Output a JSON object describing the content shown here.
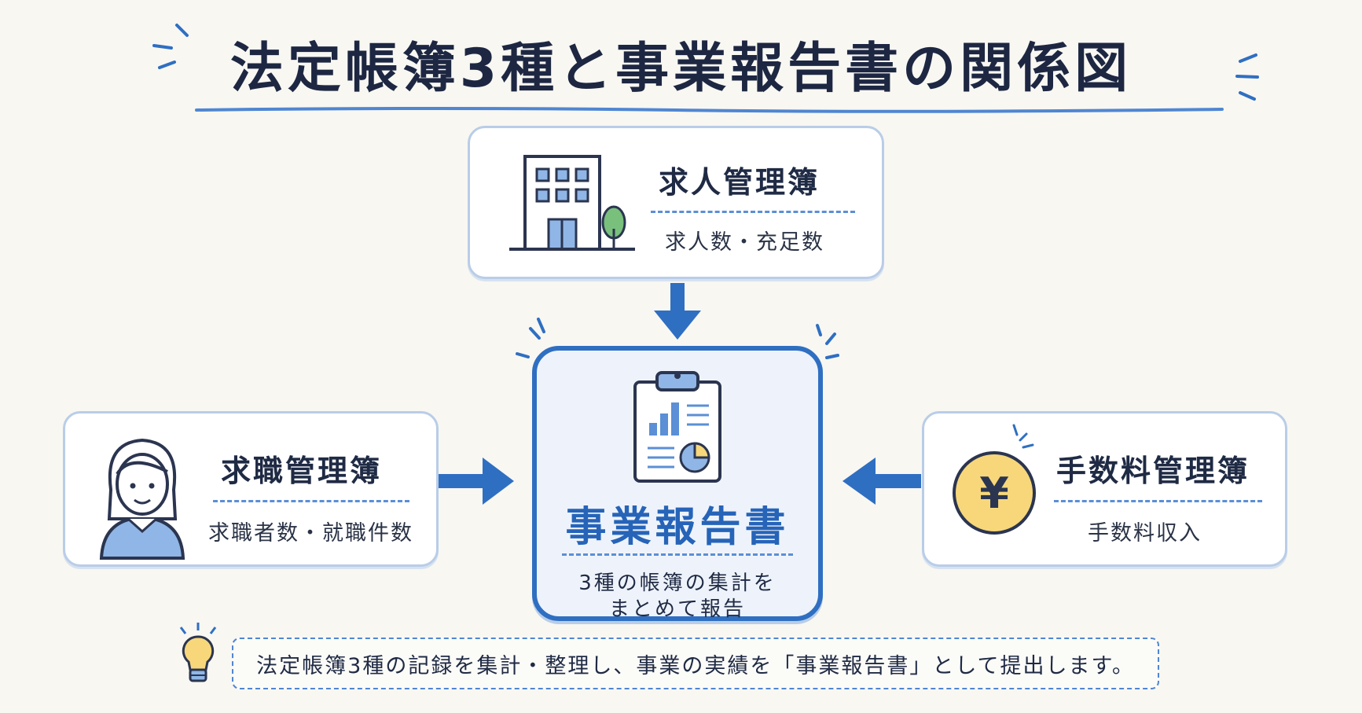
{
  "title": "法定帳簿3種と事業報告書の関係図",
  "center": {
    "title": "事業報告書",
    "desc_line1": "3種の帳簿の集計を",
    "desc_line2": "まとめて報告",
    "icon": "clipboard-report-icon"
  },
  "top_card": {
    "title": "求人管理簿",
    "subtitle": "求人数・充足数",
    "icon": "office-building-icon"
  },
  "left_card": {
    "title": "求職管理簿",
    "subtitle": "求職者数・就職件数",
    "icon": "job-seeker-person-icon"
  },
  "right_card": {
    "title": "手数料管理簿",
    "subtitle": "手数料収入",
    "icon": "yen-coin-icon",
    "coin_symbol": "¥"
  },
  "note": {
    "text": "法定帳簿3種の記録を集計・整理し、事業の実績を「事業報告書」として提出します。",
    "icon": "light-bulb-icon"
  },
  "colors": {
    "accent": "#2f6fc2",
    "card_border": "#b9cde8",
    "title": "#1d2742",
    "coin": "#f7d77a",
    "background": "#f8f7f2"
  }
}
